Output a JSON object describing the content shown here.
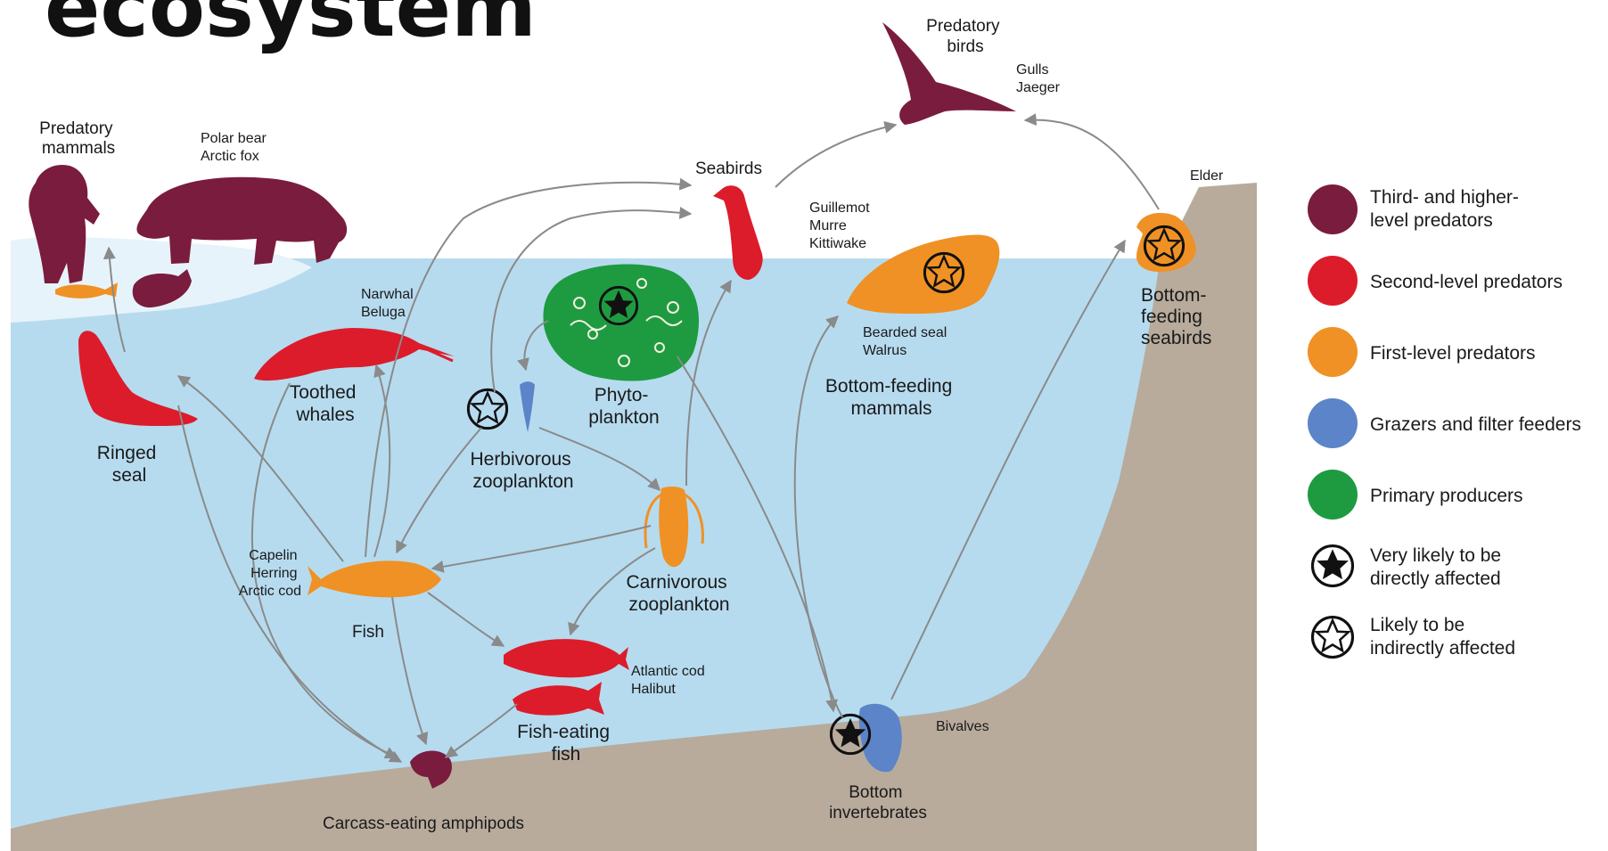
{
  "title": "ecosystem",
  "colors": {
    "third_level": "#7a1c3e",
    "second_level": "#dc1c2a",
    "first_level": "#ef9124",
    "grazers": "#5b84c9",
    "primary": "#1e9b40",
    "water": "#b6dbef",
    "seabed": "#b8ab9c",
    "ice": "#e7f3fa"
  },
  "labels": {
    "predatory_mammals": [
      "Predatory",
      "mammals"
    ],
    "polar_bear": [
      "Polar bear",
      "Arctic fox"
    ],
    "predatory_birds": [
      "Predatory",
      "birds"
    ],
    "gulls": [
      "Gulls",
      "Jaeger"
    ],
    "seabirds": "Seabirds",
    "guillemot": [
      "Guillemot",
      "Murre",
      "Kittiwake"
    ],
    "elder": "Elder",
    "narwhal": [
      "Narwhal",
      "Beluga"
    ],
    "toothed_whales": [
      "Toothed",
      "whales"
    ],
    "ringed_seal": [
      "Ringed",
      "seal"
    ],
    "phytoplankton": [
      "Phyto-",
      "plankton"
    ],
    "herbivorous": [
      "Herbivorous",
      "zooplankton"
    ],
    "bearded_seal": [
      "Bearded seal",
      "Walrus"
    ],
    "bottom_feeding_mammals": [
      "Bottom-feeding",
      "mammals"
    ],
    "bottom_feeding_seabirds": [
      "Bottom-",
      "feeding",
      "seabirds"
    ],
    "capelin": [
      "Capelin",
      "Herring",
      "Arctic cod"
    ],
    "fish": "Fish",
    "carnivorous": [
      "Carnivorous",
      "zooplankton"
    ],
    "atlantic_cod": [
      "Atlantic cod",
      "Halibut"
    ],
    "fish_eating": [
      "Fish-eating",
      "fish"
    ],
    "bivalves": "Bivalves",
    "bottom_invertebrates": [
      "Bottom",
      "invertebrates"
    ],
    "amphipods": "Carcass-eating amphipods"
  },
  "legend": [
    {
      "label": [
        "Third- and higher-",
        "level predators"
      ],
      "color_key": "third_level",
      "marker": "circle"
    },
    {
      "label": [
        "Second-level predators"
      ],
      "color_key": "second_level",
      "marker": "circle"
    },
    {
      "label": [
        "First-level predators"
      ],
      "color_key": "first_level",
      "marker": "circle"
    },
    {
      "label": [
        "Grazers and filter feeders"
      ],
      "color_key": "grazers",
      "marker": "circle"
    },
    {
      "label": [
        "Primary producers"
      ],
      "color_key": "primary",
      "marker": "circle"
    },
    {
      "label": [
        "Very likely to be",
        "directly affected"
      ],
      "marker": "star-filled"
    },
    {
      "label": [
        "Likely to be",
        "indirectly affected"
      ],
      "marker": "star-outline"
    }
  ]
}
